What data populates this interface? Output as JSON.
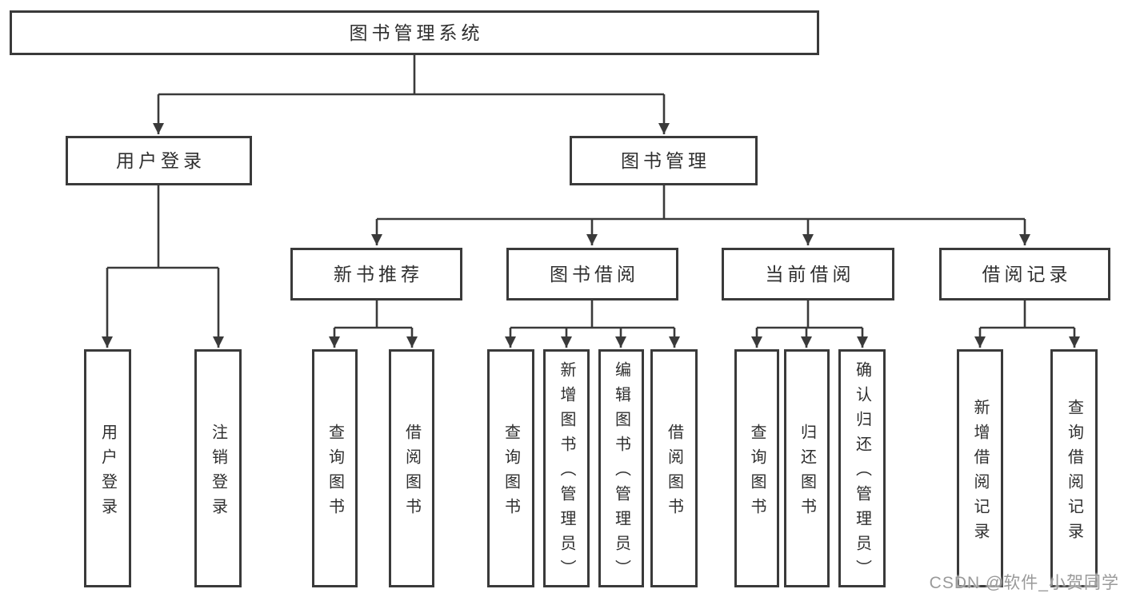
{
  "watermark": "CSDN @软件_小贺同学",
  "colors": {
    "line": "#3a3a3a",
    "text": "#2f2f2f",
    "watermark": "#9a9a9a",
    "background": "#ffffff"
  },
  "tree": {
    "label": "图书管理系统",
    "children": [
      {
        "label": "用户登录",
        "children": [
          {
            "label": "用户登录"
          },
          {
            "label": "注销登录"
          }
        ]
      },
      {
        "label": "图书管理",
        "children": [
          {
            "label": "新书推荐",
            "children": [
              {
                "label": "查询图书"
              },
              {
                "label": "借阅图书"
              }
            ]
          },
          {
            "label": "图书借阅",
            "children": [
              {
                "label": "查询图书"
              },
              {
                "label": "新增图书（管理员）"
              },
              {
                "label": "编辑图书（管理员）"
              },
              {
                "label": "借阅图书"
              }
            ]
          },
          {
            "label": "当前借阅",
            "children": [
              {
                "label": "查询图书"
              },
              {
                "label": "归还图书"
              },
              {
                "label": "确认归还（管理员）"
              }
            ]
          },
          {
            "label": "借阅记录",
            "children": [
              {
                "label": "新增借阅记录"
              },
              {
                "label": "查询借阅记录"
              }
            ]
          }
        ]
      }
    ]
  }
}
